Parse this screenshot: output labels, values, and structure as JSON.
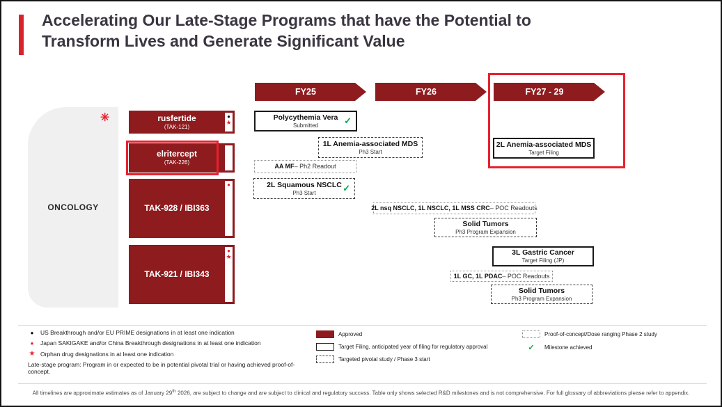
{
  "title": {
    "line1": "Accelerating Our Late-Stage Programs that have the Potential to",
    "line2": "Transform Lives and Generate Significant Value"
  },
  "timeline": [
    {
      "label": "FY25"
    },
    {
      "label": "FY26"
    },
    {
      "label": "FY27 - 29"
    }
  ],
  "category_label": "ONCOLOGY",
  "icons": {
    "check": "✓",
    "dot": "●",
    "star": "★",
    "asterisk": "✳"
  },
  "programs": [
    {
      "name": "rusfertide",
      "code": "(TAK-121)"
    },
    {
      "name": "elritercept",
      "code": "(TAK-226)"
    },
    {
      "name": "TAK-928 / IBI363"
    },
    {
      "name": "TAK-921 / IBI343"
    }
  ],
  "milestones": {
    "polycythemia": {
      "title": "Polycythemia Vera",
      "subtitle": "Submitted"
    },
    "anemia_mds_ph3": {
      "title": "1L Anemia-associated MDS",
      "subtitle": "Ph3 Start"
    },
    "aa_mf": {
      "bold": "AA MF",
      "rest": " – Ph2 Readout"
    },
    "squamous": {
      "title": "2L Squamous NSCLC",
      "subtitle": "Ph3 Start"
    },
    "anemia_mds_filing": {
      "title": "2L Anemia-associated MDS",
      "subtitle": "Target Filing"
    },
    "nsclc_poc": {
      "bold": "2L nsq NSCLC, 1L NSCLC, 1L MSS CRC",
      "rest": " – POC Readouts"
    },
    "solid_tumors_1": {
      "title": "Solid Tumors",
      "subtitle": "Ph3 Program Expansion"
    },
    "gastric": {
      "title": "3L Gastric Cancer",
      "subtitle": "Target Filing (JP)"
    },
    "gc_pdac_poc": {
      "bold": "1L GC, 1L PDAC",
      "rest": " – POC Readouts"
    },
    "solid_tumors_2": {
      "title": "Solid Tumors",
      "subtitle": "Ph3 Program Expansion"
    }
  },
  "legend": {
    "left": [
      "US Breakthrough and/or EU PRIME designations in at least one indication",
      "Japan SAKIGAKE and/or China Breakthrough designations in at least one indication",
      "Orphan drug designations in at least one indication",
      "Late-stage program: Program in or expected to be in potential pivotal trial or having achieved proof-of-concept."
    ],
    "middle": [
      "Approved",
      "Target Filing, anticipated year of filing for regulatory approval",
      "Targeted pivotal study / Phase 3 start"
    ],
    "right": [
      "Proof-of-concept/Dose ranging Phase 2 study",
      "Milestone achieved"
    ]
  },
  "footer": {
    "part1": "All timelines are approximate estimates as of January 29",
    "sup": "th",
    "part2": " 2026, are subject to change and are subject to clinical and regulatory success. Table only shows selected R&D milestones and is not comprehensive. For full glossary of abbreviations please refer to appendix."
  },
  "colors": {
    "dark_red": "#8E1B1E",
    "accent_red": "#E8212E",
    "green": "#00A651"
  }
}
